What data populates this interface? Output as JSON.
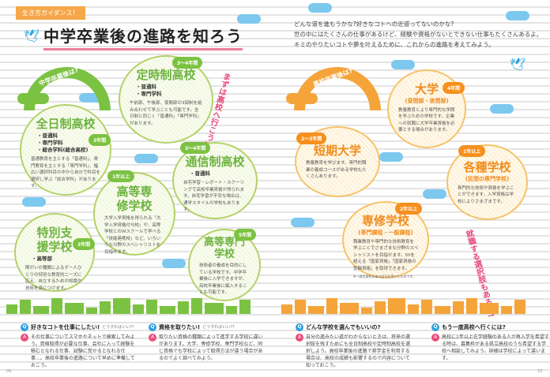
{
  "header": {
    "tag": "生き方ガイダンス！",
    "title": "中学卒業後の進路を知ろう",
    "intro": [
      "どんな道を進もうかな?好きなコトへの近道ってないのかな?",
      "世の中にはたくさんの仕事があるけど、経験や資格がないとできない仕事もたくさんあるよ。",
      "キミのやりたいコトや夢を叶えるために、これからの進路を考えてみよう。"
    ]
  },
  "left": {
    "rainbow": "中学卒業後は?",
    "callout": "まずは高校へ行こう!",
    "schools": [
      {
        "name": "全日制高校",
        "badge": "3年間",
        "courses": [
          "・普通科",
          "・専門学科",
          "・総合学科(総合高校)"
        ],
        "desc": "普通教育を主とする「普通科」、専門教育を主とする「専門学科」、幅広い選択科目の中から自分で科目を選択し学ぶ「総合学科」があります。"
      },
      {
        "name": "定時制高校",
        "badge": "3〜4年間",
        "courses": [
          "・普通科",
          "・専門学科"
        ],
        "desc": "午前部、午後部、夜間部の3部制を組み合わせて学ぶことも可能です。全日制と同じく「普通科」「専門学科」があります。"
      },
      {
        "name": "通信制高校",
        "badge": "3〜4年間",
        "courses": [
          "・普通科"
        ],
        "desc": "自宅学習・レポート・スクーリングで高校卒業資格が得られます。自宅学習が不安な場合は、通学スタイルの学校もあります。"
      },
      {
        "name": "高等専修学校",
        "badge": "1年以上",
        "courses": [],
        "desc": "大学入学資格を得られる「大学入学資格付与校」や、高等学校とのWスクールで学べる「技能連携校」など、いろいろな分野のスペシャリストを目指せます。"
      },
      {
        "name": "特別支援学校",
        "badge": "3年間",
        "courses": [
          "・高等部"
        ],
        "desc": "障がいの種類によるずー人ひとりの特別な教育的ニーズに応え、自立するための知識や技術を身につけます。"
      },
      {
        "name": "高等専門学校",
        "badge": "5年間",
        "courses": [],
        "desc": "技術者の養成を目的にしている学校です。中学卒業後に入学できますが、高校卒業後に編入することも可能です。"
      }
    ]
  },
  "right": {
    "rainbow": "高校卒業後は?",
    "callout": "就職する選択肢もあるね!",
    "schools": [
      {
        "name": "大学",
        "sub": "(昼間部・夜間部)",
        "badge": "4年間",
        "desc": "教養教育とより専門的な学問を学ぶための学校です。企業への就職に大学卒業資格を必要とする場合があります。"
      },
      {
        "name": "短期大学",
        "sub": "",
        "badge": "2〜3年間",
        "desc": "教養教育を学びます。専門的職業の養成コースがある学校もたくさんあります。"
      },
      {
        "name": "各種学校",
        "sub": "(民間の専門学校)",
        "badge": "1年以上",
        "desc": "専門的な技術や資格を学ぶことができます。入学資格は学校によりさまざまです。"
      },
      {
        "name": "専修学校",
        "sub": "(専門課程・一般課程)",
        "badge": "2年以上",
        "desc": "職業教育や専門的な技術教育を学ぶことでさまざまな分野のスペシャリストを目指せます。50を超える「国家資格」「国家資格の受験資格」を取得できます。",
        "note": "※一部文部科学省の認可を受けたものです。"
      }
    ]
  },
  "qa": [
    {
      "q": "好きなコトを仕事にしたい!",
      "q2": "どうすればいい??",
      "a": "その仕事についてスマホやネットで検索してみよう。資格取得が必要な仕事、会社に入って経験を積むとなれる仕事、試験に受かるとなれる仕事…。高校卒業後の進路について早めに準備しておこう。"
    },
    {
      "q": "資格を取りたい!",
      "q2": "どうすればいい??",
      "a": "取りたい資格の種類によって進学する学校に違いがあります。大学、専修学校、専門学校など、同じ資格でも学校によって取得方法が違う場合があるのでよく調べてみよう。"
    },
    {
      "q": "どんな学校を選んでもいいの?",
      "q2": "",
      "a": "自分の進みたい道がわからないときは、将来の選択肢を残すためにも全日制高校や定時制高校を選択しよう。高校卒業後の進路で奨学金を利用する場合は、高校の成績も影響するので内容について知っておこう。"
    },
    {
      "q": "もう一度高校へ行くには?",
      "q2": "",
      "a": "高校に1年以上在学経験のある人が再入学を希望する時は、募集枠がある県立高校のうち希望する学校へ相談してみよう。詳細は学校によって違います。"
    }
  ],
  "pages": {
    "left": "09",
    "right": "10"
  }
}
